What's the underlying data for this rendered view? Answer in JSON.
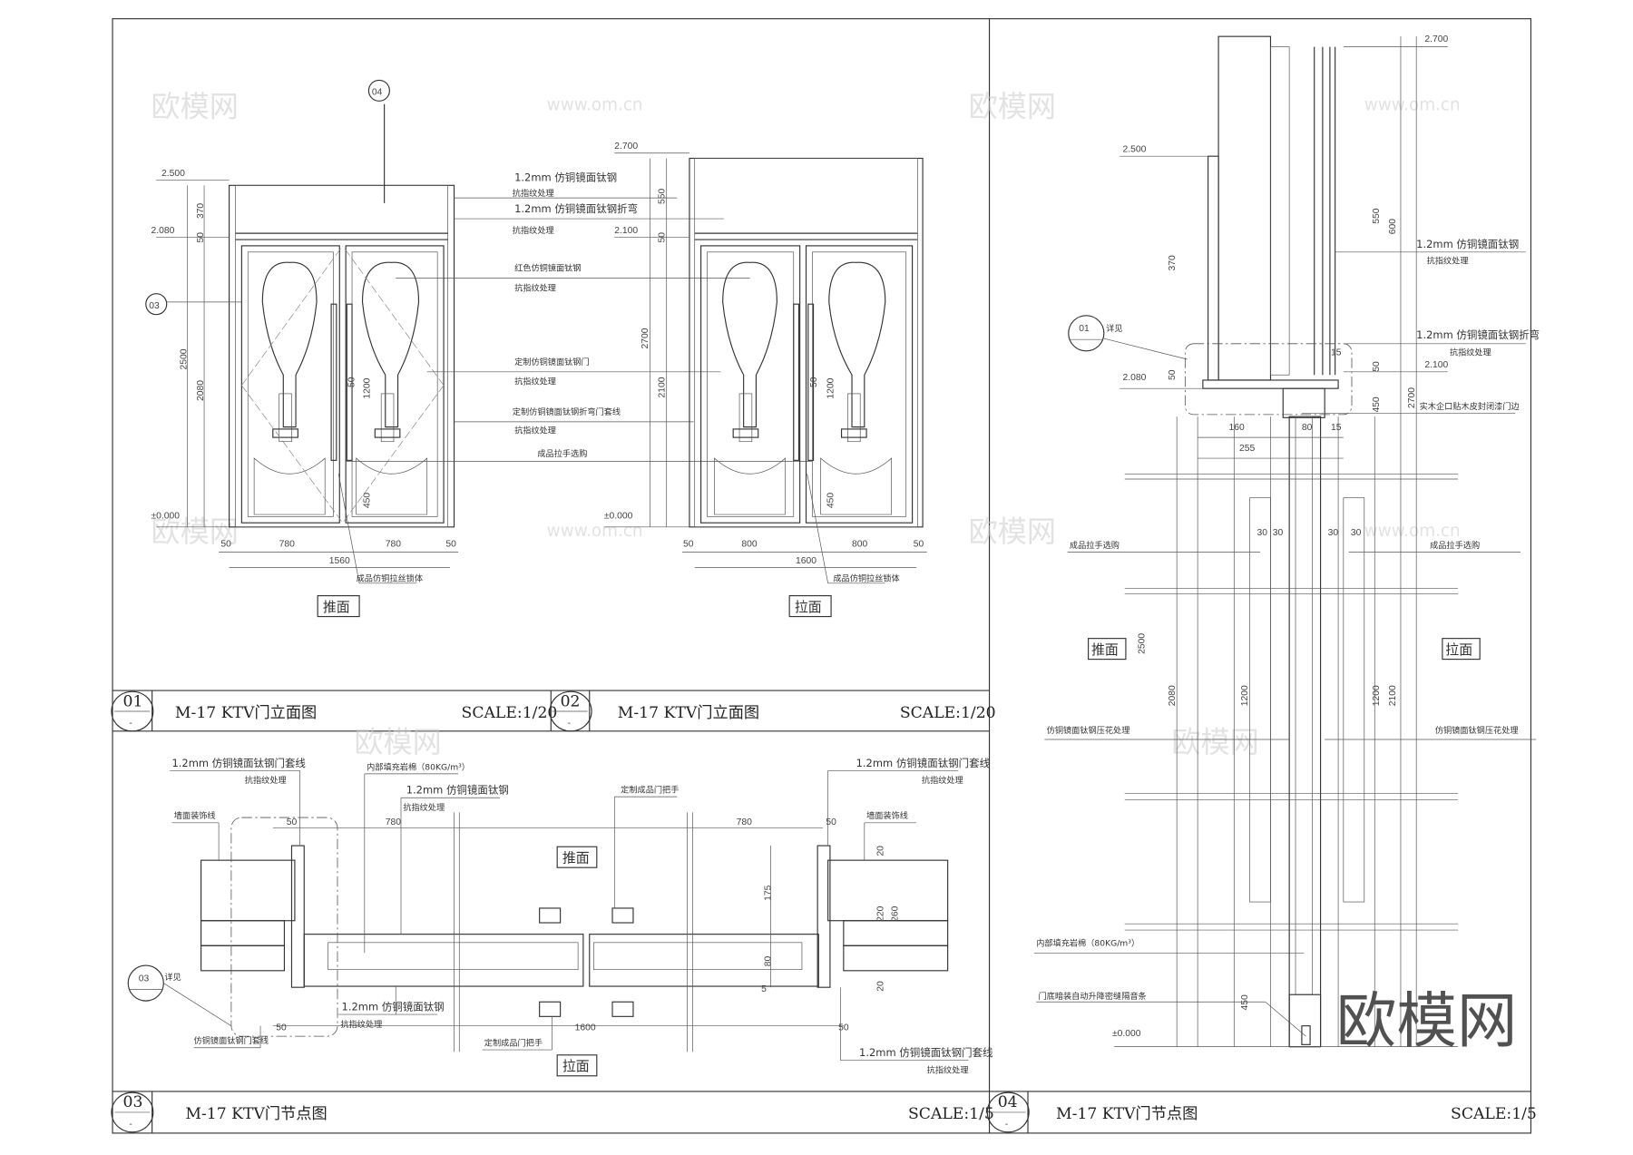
{
  "panels": [
    {
      "number": "01",
      "sub": "-",
      "title": "M-17  KTV门立面图",
      "scale": "SCALE:1/20",
      "face_label": "推面"
    },
    {
      "number": "02",
      "sub": "-",
      "title": "M-17  KTV门立面图",
      "scale": "SCALE:1/20",
      "face_label": "拉面"
    },
    {
      "number": "03",
      "sub": "-",
      "title": "M-17  KTV门节点图",
      "scale": "SCALE:1/5",
      "face_push": "推面",
      "face_pull": "拉面"
    },
    {
      "number": "04",
      "sub": "-",
      "title": "M-17  KTV门节点图",
      "scale": "SCALE:1/5",
      "face_push": "推面",
      "face_pull": "拉面"
    }
  ],
  "elevation1": {
    "levels": [
      "2.500",
      "2.080",
      "±0.000"
    ],
    "dims_v": [
      "370",
      "50",
      "2500",
      "2080",
      "50",
      "1200",
      "450"
    ],
    "dims_h": [
      "50",
      "780",
      "780",
      "50",
      "1560"
    ],
    "section_marks": [
      "04",
      "03"
    ],
    "handle_note": "成品仿铜拉丝锁体"
  },
  "elevation2": {
    "levels": [
      "2.700",
      "2.100",
      "±0.000"
    ],
    "dims_v": [
      "550",
      "50",
      "2700",
      "2100",
      "50",
      "1200",
      "450"
    ],
    "dims_h": [
      "50",
      "800",
      "800",
      "50",
      "1600"
    ],
    "handle_note": "成品仿铜拉丝锁体"
  },
  "callouts": [
    {
      "line1": "1.2mm 仿铜镜面钛钢",
      "line2": "抗指纹处理"
    },
    {
      "line1": "1.2mm 仿铜镜面钛钢折弯",
      "line2": "抗指纹处理"
    },
    {
      "line1": "红色仿铜镜面钛钢",
      "line2": "抗指纹处理"
    },
    {
      "line1": "定制仿铜镜面钛钢门",
      "line2": "抗指纹处理"
    },
    {
      "line1": "定制仿铜镜面钛钢折弯门套线",
      "line2": "抗指纹处理"
    },
    {
      "line1": "成品拉手选购",
      "line2": ""
    }
  ],
  "plan_section": {
    "notes": {
      "frame_top_left": "1.2mm 仿铜镜面钛钢门套线",
      "frame_top_left_2": "抗指纹处理",
      "wall_left": "墙面装饰线",
      "infill": "内部填充岩棉（80KG/m³）",
      "steel": "1.2mm 仿铜镜面钛钢",
      "steel_2": "抗指纹处理",
      "handle_top": "定制成品门把手",
      "frame_top_right": "1.2mm 仿铜镜面钛钢门套线",
      "frame_top_right_2": "抗指纹处理",
      "wall_right": "墙面装饰线",
      "detail_ref": "03",
      "detail_ref_text": "详见",
      "steel_bottom": "1.2mm 仿铜镜面钛钢",
      "steel_bottom_2": "抗指纹处理",
      "frame_bottom_left": "仿铜镜面钛钢门套线",
      "handle_bottom": "定制成品门把手",
      "frame_bottom_right": "1.2mm 仿铜镜面钛钢门套线",
      "frame_bottom_right_2": "抗指纹处理"
    },
    "dims": [
      "50",
      "780",
      "780",
      "50",
      "175",
      "20",
      "220",
      "260",
      "80",
      "5",
      "20",
      "50",
      "1600",
      "50"
    ]
  },
  "vertical_section": {
    "levels": [
      "2.700",
      "2.500",
      "2.100",
      "2.080",
      "±0.000"
    ],
    "dims": [
      "550",
      "600",
      "370",
      "15",
      "50",
      "50",
      "450",
      "2700",
      "160",
      "80",
      "15",
      "255",
      "30",
      "30",
      "30",
      "30",
      "2500",
      "2080",
      "1200",
      "1200",
      "2100",
      "450"
    ],
    "notes": {
      "steel": "1.2mm 仿铜镜面钛钢",
      "steel_2": "抗指纹处理",
      "detail_ref": "01",
      "detail_ref_text": "详见",
      "fold": "1.2mm 仿铜镜面钛钢折弯",
      "fold_2": "抗指纹处理",
      "wood": "实木企口贴木皮封闭漆门边",
      "handle_l": "成品拉手选购",
      "handle_r": "成品拉手选购",
      "emboss_l": "仿铜镜面钛钢压花处理",
      "emboss_r": "仿铜镜面钛钢压花处理",
      "infill": "内部填充岩棉（80KG/m³）",
      "seal": "门底暗装自动升降密缝隔音条"
    }
  },
  "watermarks": {
    "logo": "欧模网",
    "url": "www.om.cn"
  }
}
